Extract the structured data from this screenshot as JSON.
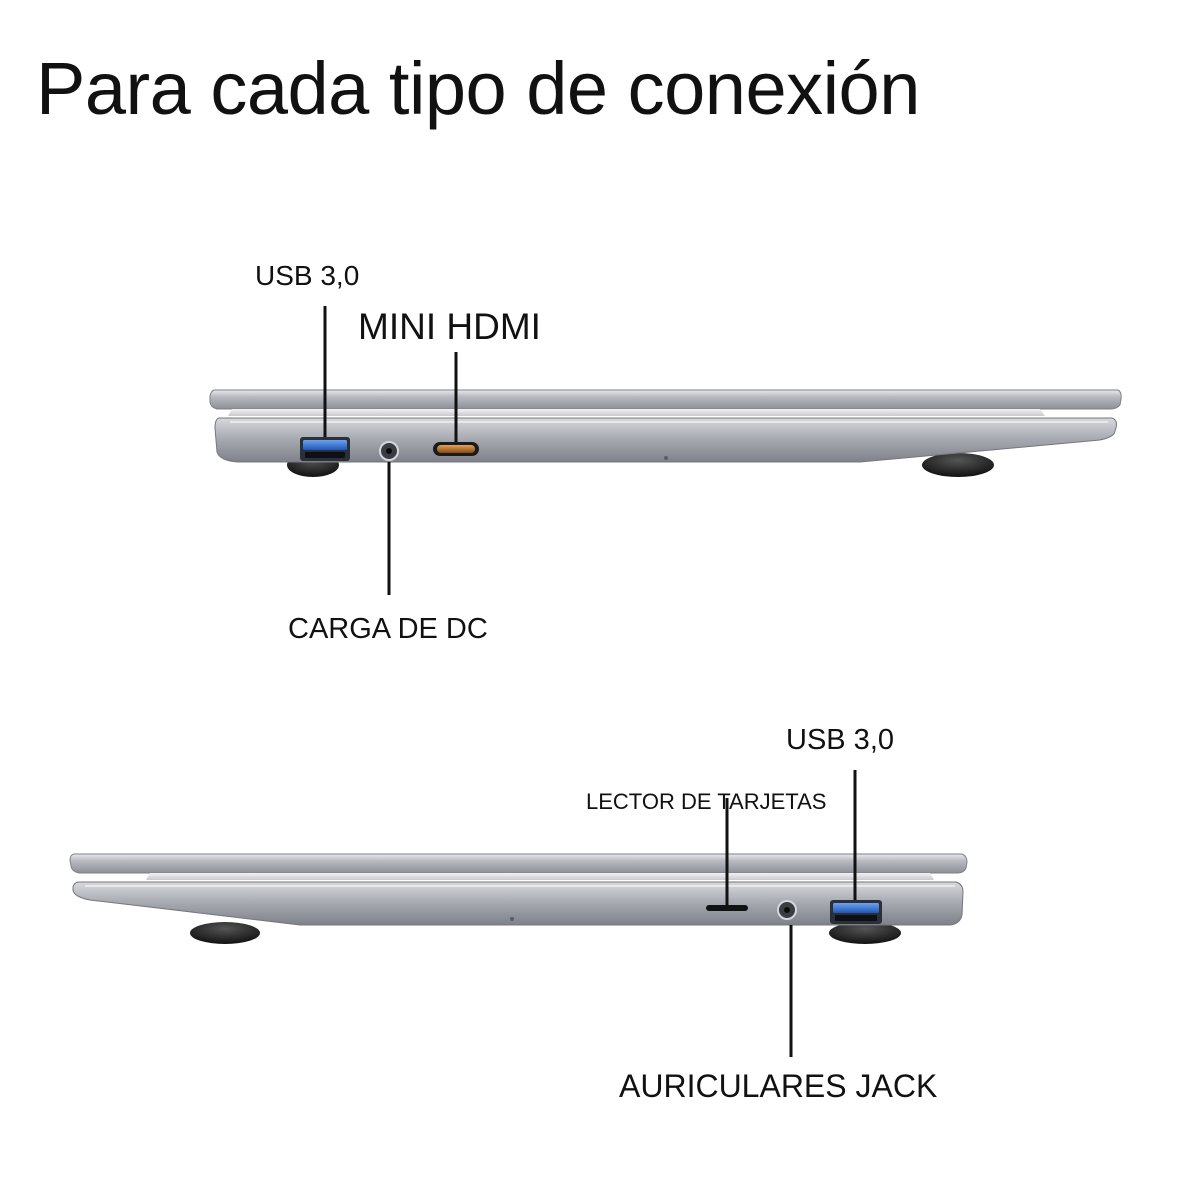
{
  "title": "Para cada tipo de conexión",
  "top_view": {
    "usb_label": "USB 3,0",
    "hdmi_label": "MINI HDMI",
    "dc_label": "CARGA DE DC"
  },
  "bottom_view": {
    "usb_label": "USB 3,0",
    "card_reader_label": "LECTOR DE TARJETAS",
    "headphone_label": "AURICULARES JACK"
  },
  "colors": {
    "usb_port": "#2f6fd1",
    "hdmi_port": "#b86f24",
    "chassis": "#8f9299",
    "callout_line": "#111111"
  }
}
